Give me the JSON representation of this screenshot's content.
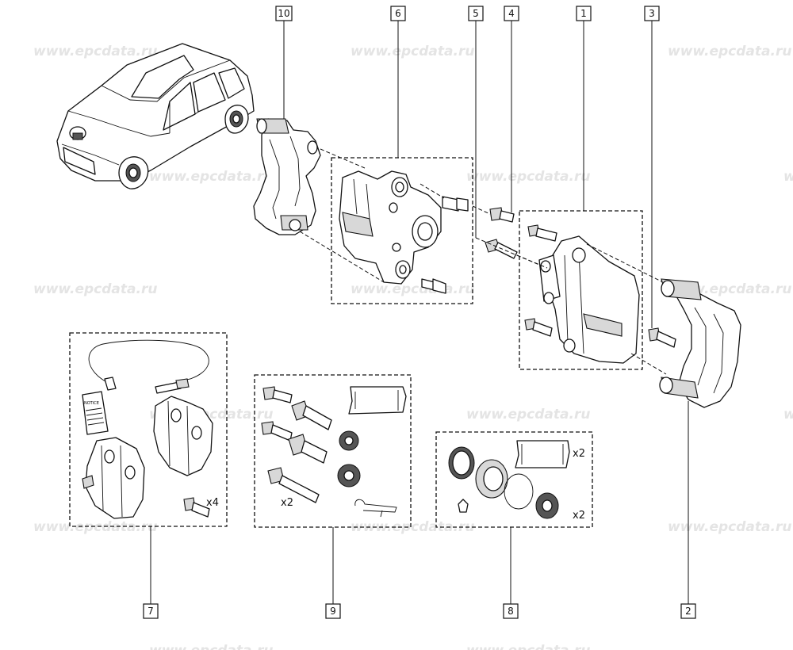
{
  "watermark": "www.epcdata.ru",
  "callouts": {
    "c1": "1",
    "c2": "2",
    "c3": "3",
    "c4": "4",
    "c5": "5",
    "c6": "6",
    "c7": "7",
    "c8": "8",
    "c9": "9",
    "c10": "10"
  },
  "quantities": {
    "pads_bolts": "x4",
    "kit9_bolts": "x2",
    "kit8_grease": "x2",
    "kit8_boots": "x2"
  },
  "notice_label": "NOTICE",
  "icons": {
    "car": "car-illustration",
    "part": "brake-part-drawing"
  }
}
